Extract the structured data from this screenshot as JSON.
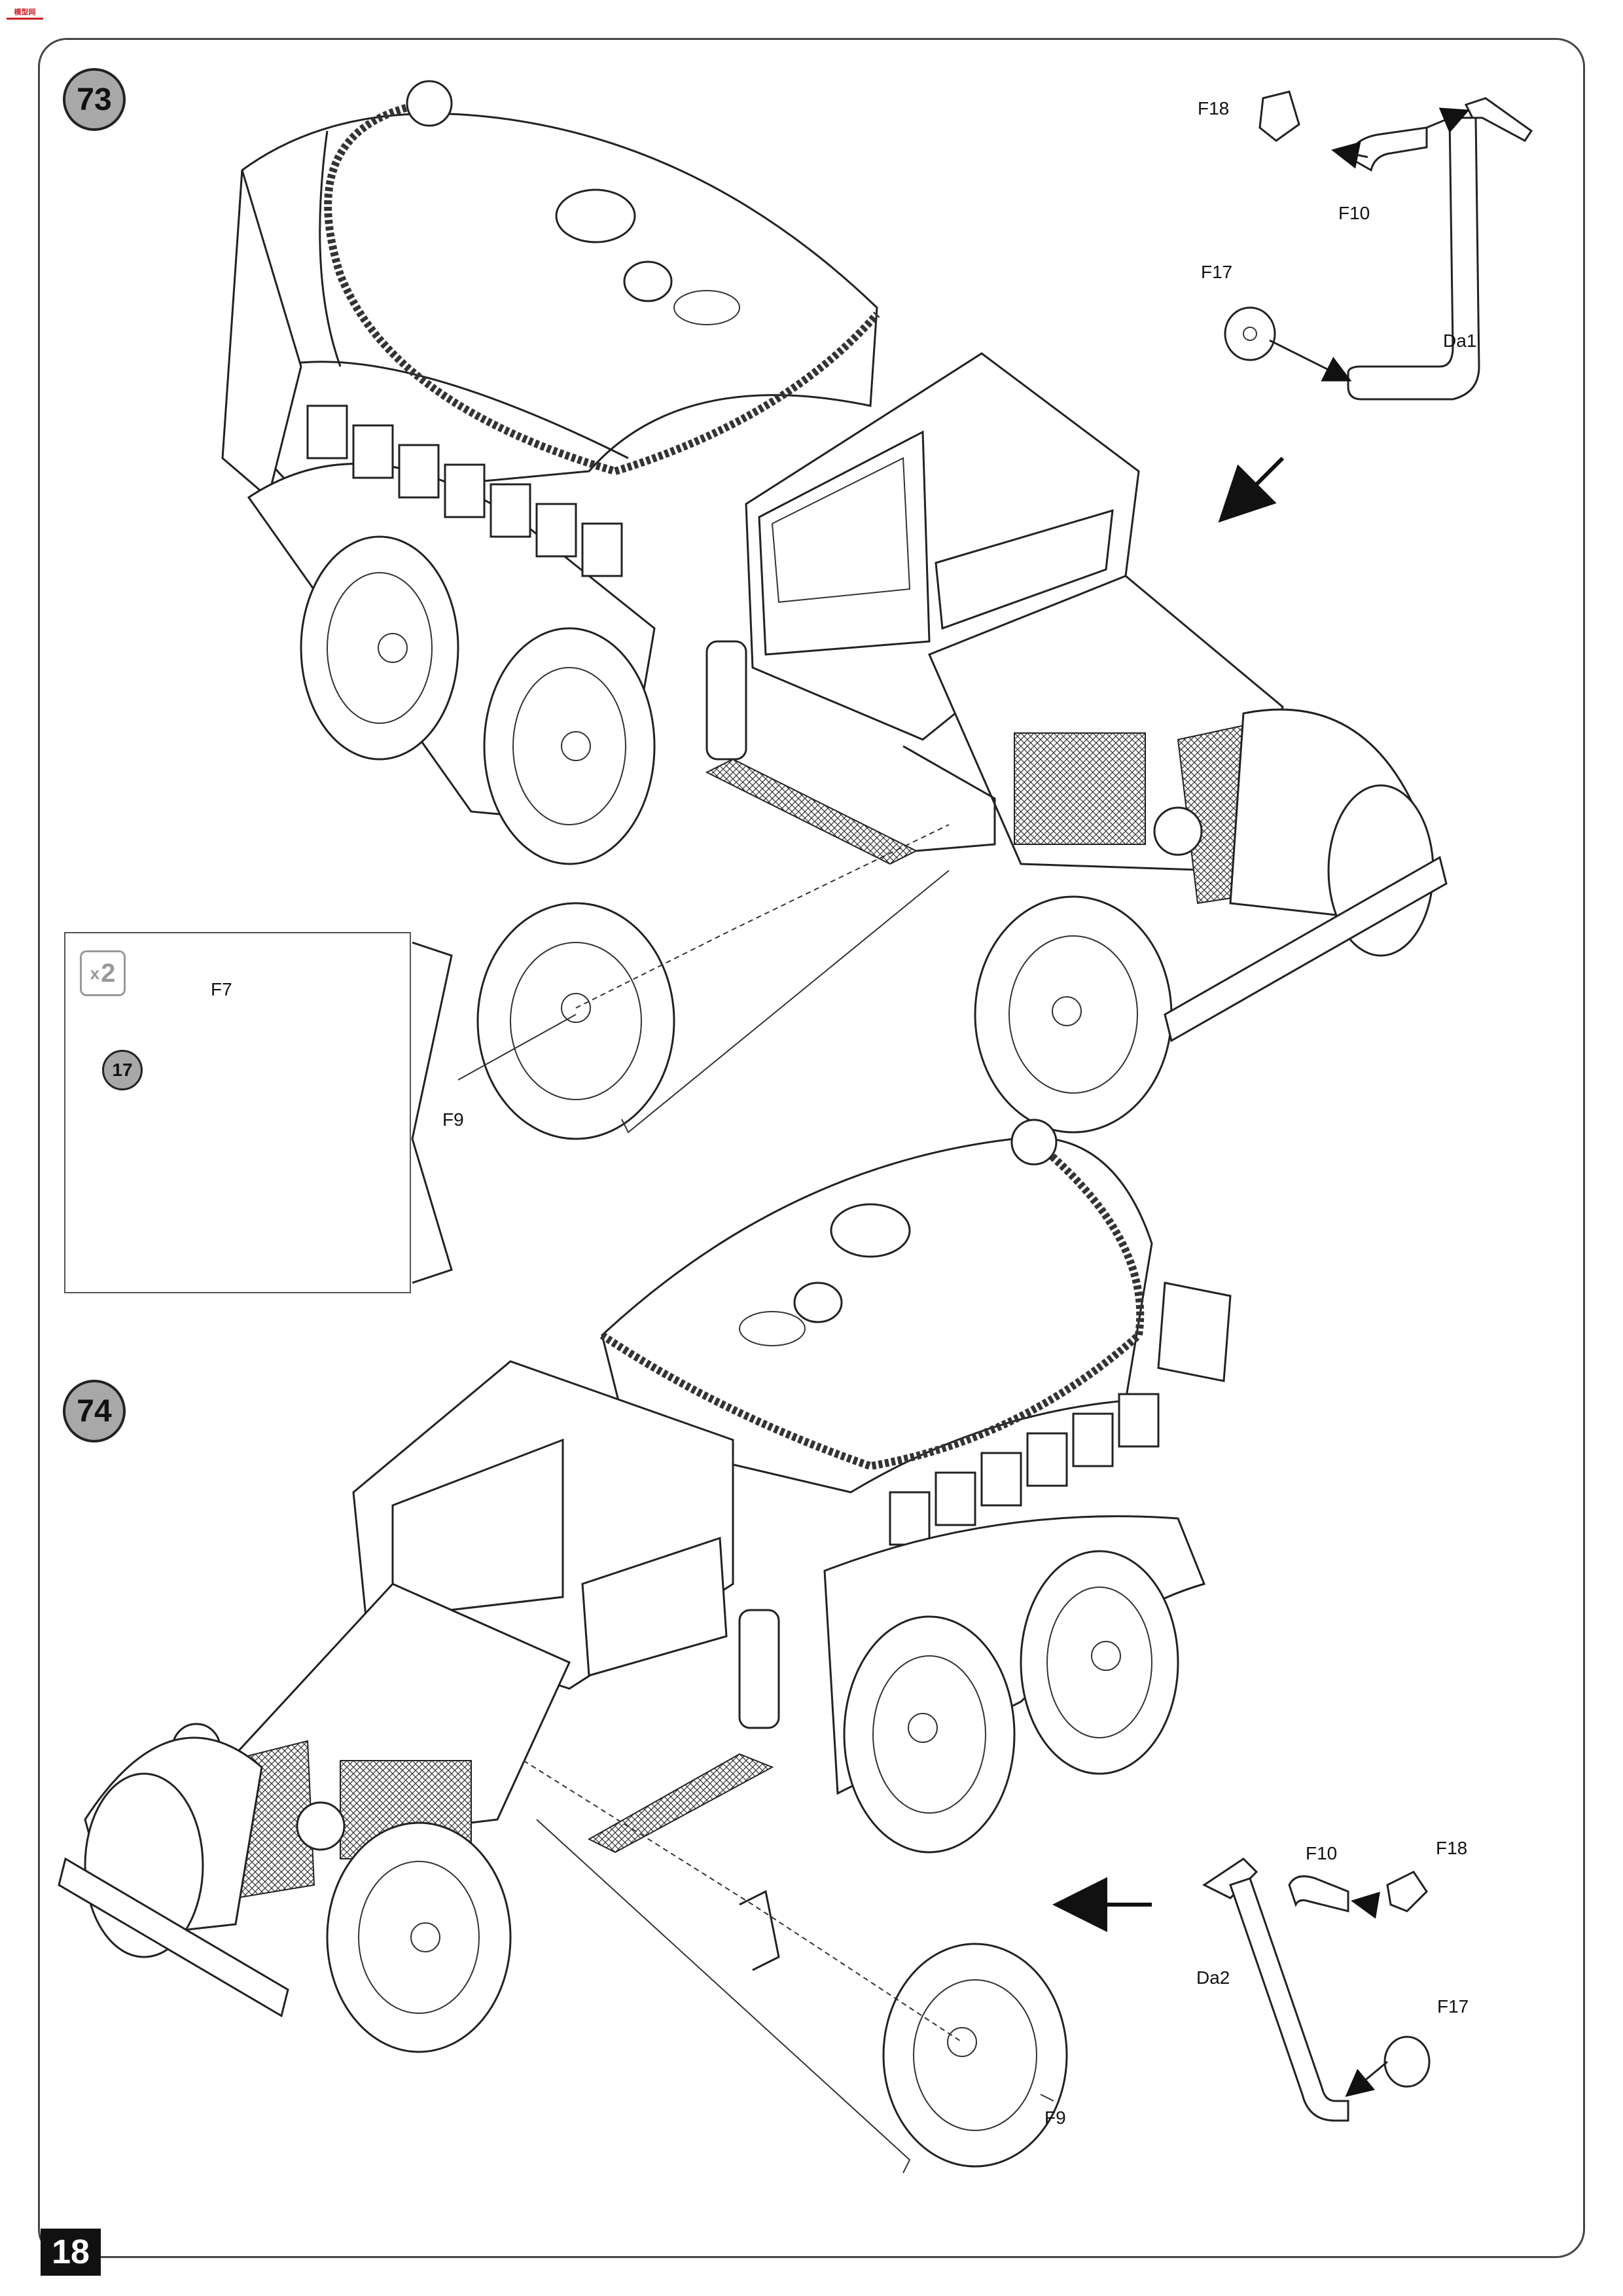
{
  "page": {
    "number": "18",
    "logo_text": "模型网"
  },
  "steps": [
    {
      "number": "73",
      "parts": {
        "f18": "F18",
        "f10": "F10",
        "f17": "F17",
        "da1": "Da1",
        "f9": "F9"
      },
      "inset": {
        "multiplier_x": "x",
        "multiplier_n": "2",
        "sub_step": "17",
        "part": "F7"
      }
    },
    {
      "number": "74",
      "parts": {
        "f10": "F10",
        "f18": "F18",
        "da2": "Da2",
        "f17": "F17",
        "f9": "F9"
      }
    }
  ],
  "icons": {
    "arrow": "arrow-icon",
    "truck": "fuel-truck-drawing"
  }
}
